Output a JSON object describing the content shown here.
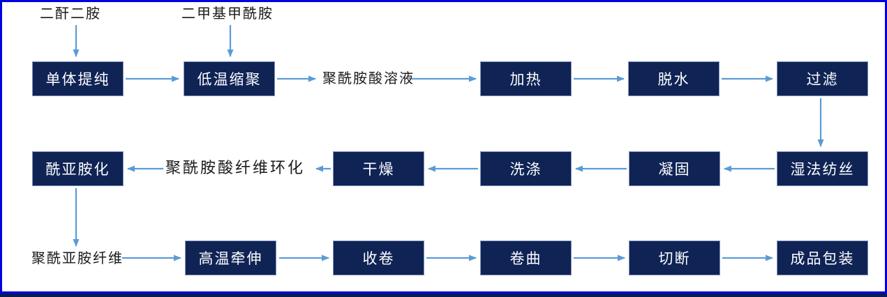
{
  "colors": {
    "frame_blue": "#0101e0",
    "footer_navy": "#0a1c52",
    "box_fill": "#0f2355",
    "box_border": "#8494bb",
    "box_text": "#ffffff",
    "arrow_blue": "#5b9bd5",
    "label_text": "#1a1a1a"
  },
  "flow": {
    "top_inputs": {
      "dianhydride_diamine": "二酐二胺",
      "dimethylformamide": "二甲基甲酰胺"
    },
    "row1": {
      "boxes": [
        "单体提纯",
        "低温缩聚",
        "加热",
        "脱水",
        "过滤"
      ],
      "inline_label": "聚酰胺酸溶液"
    },
    "row2": {
      "boxes": [
        "酰亚胺化",
        "干燥",
        "洗涤",
        "凝固",
        "湿法纺丝"
      ],
      "inline_label": "聚酰胺酸纤维环化"
    },
    "row3": {
      "boxes": [
        "高温牵伸",
        "收卷",
        "卷曲",
        "切断",
        "成品包装"
      ],
      "start_label": "聚酰亚胺纤维"
    }
  }
}
